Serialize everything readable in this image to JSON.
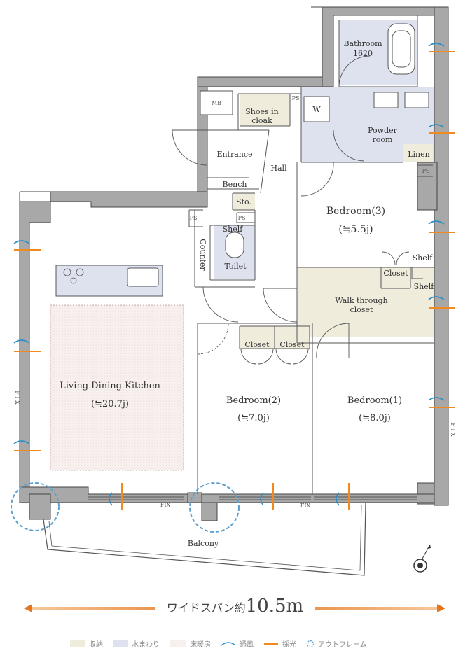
{
  "rooms": {
    "bathroom": "Bathroom",
    "bathroom_size": "1620",
    "mb": "MB",
    "ps": "PS",
    "shoes": "Shoes in",
    "shoes2": "cloak",
    "w": "W",
    "powder": "Powder",
    "powder2": "room",
    "linen": "Linen",
    "entrance": "Entrance",
    "hall": "Hall",
    "bench": "Bench",
    "sto": "Sto.",
    "shelf": "Shelf",
    "counter": "Counter",
    "toilet": "Toilet",
    "bedroom3": "Bedroom(3)",
    "bedroom3_size": "(≒5.5j)",
    "walk1": "Walk through",
    "walk2": "closet",
    "closet": "Closet",
    "ldk": "Living Dining Kitchen",
    "ldk_size": "(≒20.7j)",
    "bedroom2": "Bedroom(2)",
    "bedroom2_size": "(≒7.0j)",
    "bedroom1": "Bedroom(1)",
    "bedroom1_size": "(≒8.0j)",
    "fix": "FIX",
    "fix_v": "F I X",
    "balcony": "Balcony"
  },
  "span": {
    "label": "ワイドスパン約",
    "value": "10.5m"
  },
  "legend": [
    {
      "label": "収納",
      "color": "#f0ecdc"
    },
    {
      "label": "水まわり",
      "color": "#dde2ee"
    },
    {
      "label": "床暖房",
      "color": "#f7f0ee"
    },
    {
      "label": "通風",
      "color": "#2d8fc8"
    },
    {
      "label": "採光",
      "color": "#f08a1e"
    },
    {
      "label": "アウトフレーム",
      "color": "#5aa0d0"
    }
  ],
  "colors": {
    "storage": "#f0ecdc",
    "water": "#dde2ee",
    "floor_heating": "#f7f0ee",
    "wall": "#a8a8a8"
  }
}
